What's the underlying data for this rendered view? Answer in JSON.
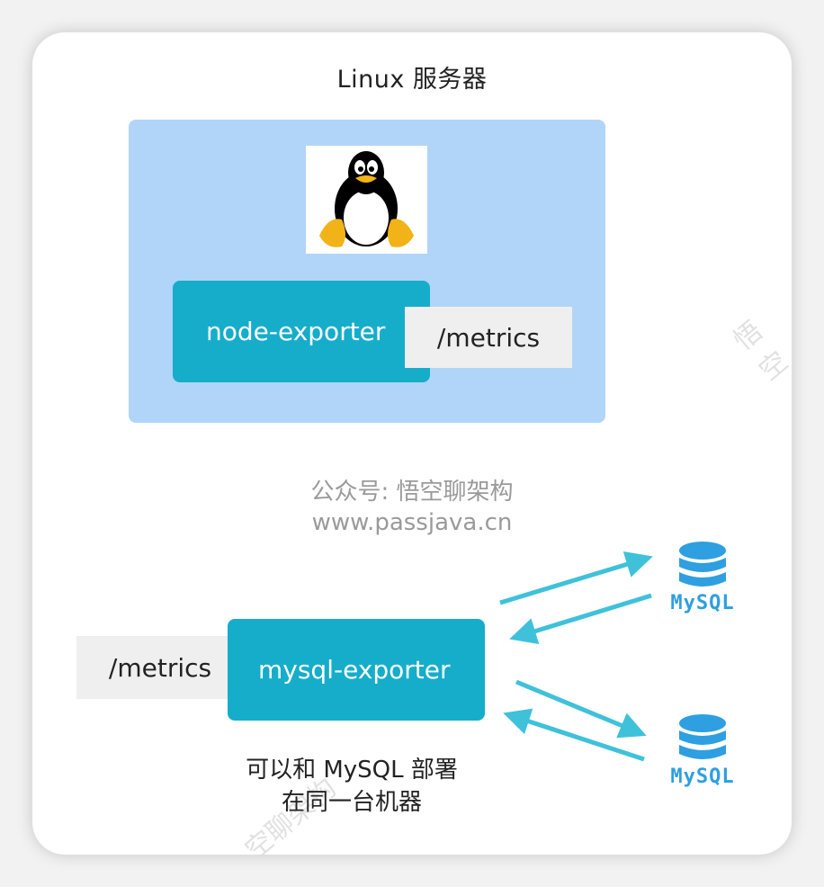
{
  "title": "Linux 服务器",
  "node_exporter": {
    "label": "node-exporter",
    "endpoint": "/metrics"
  },
  "mysql_exporter": {
    "label": "mysql-exporter",
    "endpoint": "/metrics"
  },
  "watermark": {
    "line1": "公众号: 悟空聊架构",
    "line2": "www.passjava.cn",
    "edge1": "悟空",
    "edge2": "空聊架构"
  },
  "databases": [
    {
      "label": "MySQL",
      "icon": "database-icon"
    },
    {
      "label": "MySQL",
      "icon": "database-icon"
    }
  ],
  "note": {
    "line1": "可以和 MySQL 部署",
    "line2": "在同一台机器"
  },
  "colors": {
    "linux_box": "#b0d5f8",
    "exporter": "#15adca",
    "arrow": "#3fc1da",
    "database": "#2e9fe0"
  }
}
